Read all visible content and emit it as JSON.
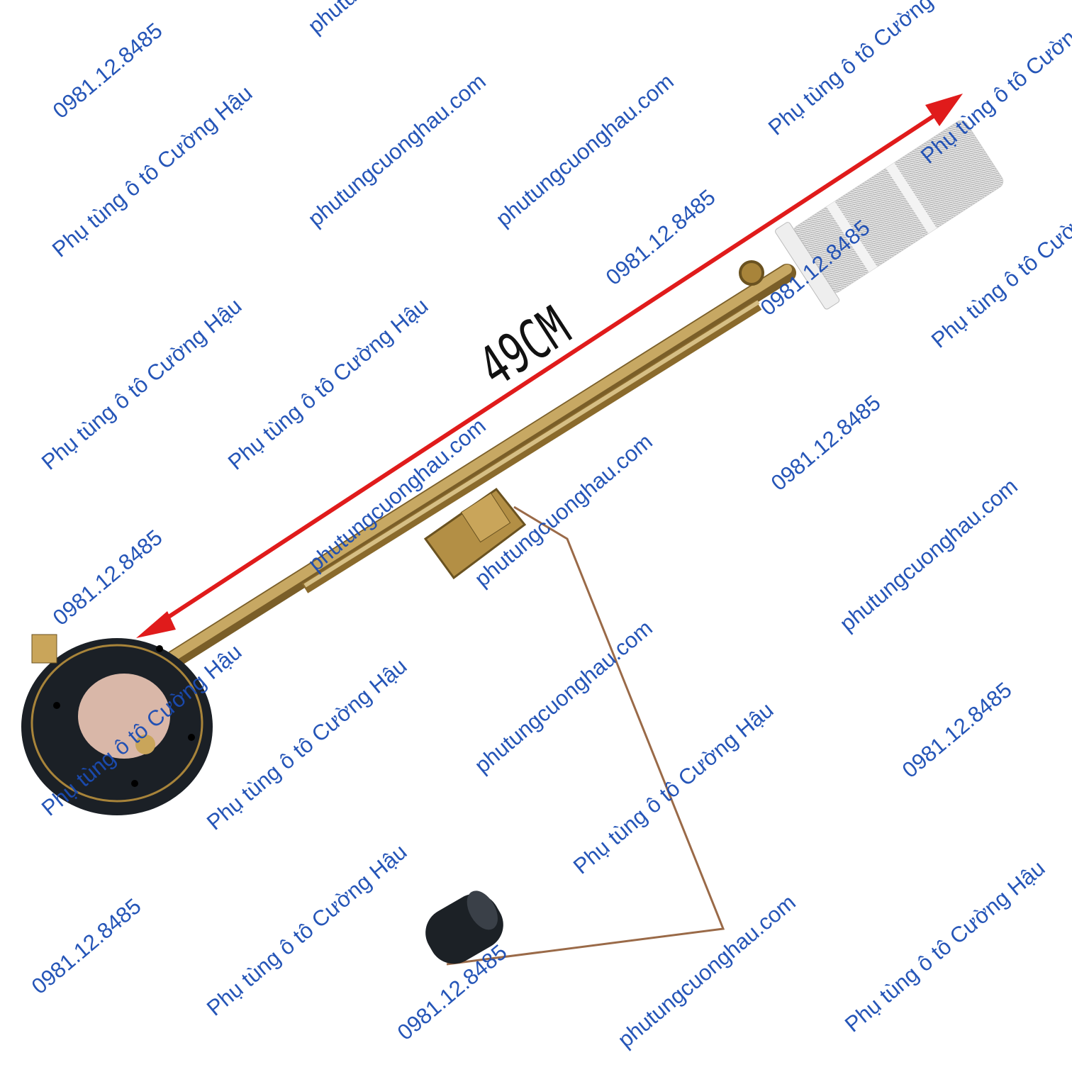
{
  "dimension_label": "49CM",
  "watermarks": {
    "brand": "Phụ tùng ô tô Cường Hậu",
    "site": "phutungcuonghau.com",
    "phone": "0981.12.8485"
  },
  "colors": {
    "arrow": "#e01b1b",
    "watermark": "#1a4cb4",
    "rod": "#a8843a"
  }
}
